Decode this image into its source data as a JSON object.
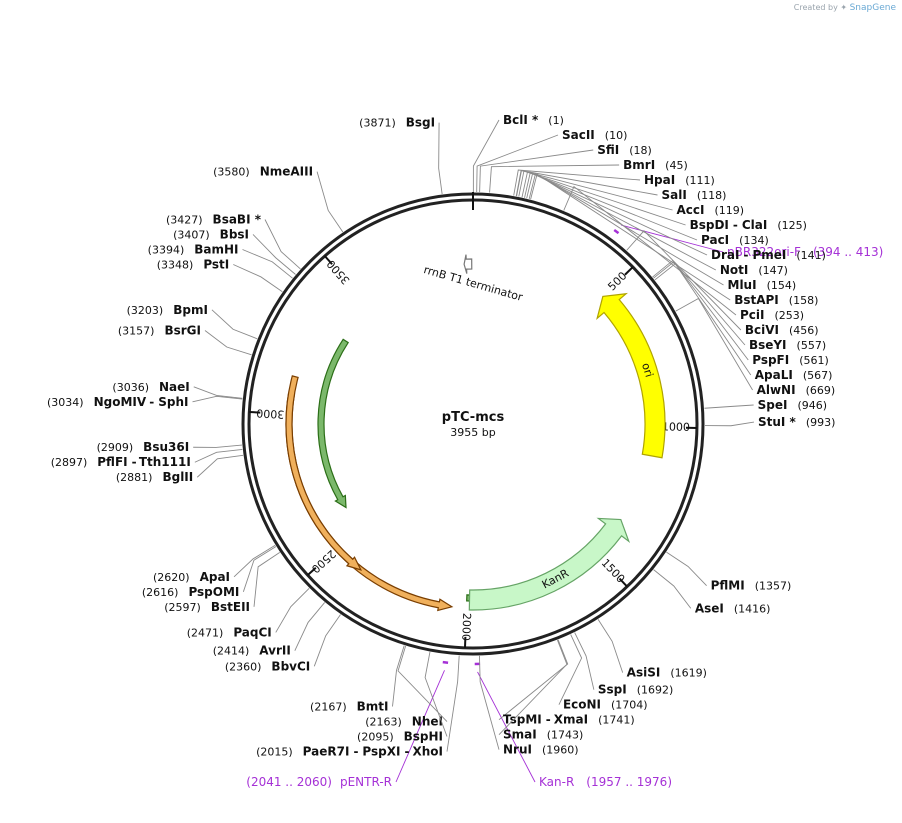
{
  "credit": {
    "prefix": "Created by",
    "brand": "SnapGene"
  },
  "plasmid": {
    "name": "pTC-mcs",
    "length_label": "3955 bp",
    "length_bp": 3955
  },
  "ticks": [
    {
      "bp": 500,
      "label": "500"
    },
    {
      "bp": 1000,
      "label": "1000"
    },
    {
      "bp": 1500,
      "label": "1500"
    },
    {
      "bp": 2000,
      "label": "2000"
    },
    {
      "bp": 2500,
      "label": "2500"
    },
    {
      "bp": 3000,
      "label": "3000"
    },
    {
      "bp": 3500,
      "label": "3500"
    }
  ],
  "features": [
    {
      "name": "ori",
      "start": 500,
      "end": 1100,
      "dir": "ccw",
      "color": "#ffff00",
      "stroke": "#b0a400",
      "label_inside": true
    },
    {
      "name": "KanR",
      "start": 1350,
      "end": 1990,
      "dir": "ccw",
      "color": "#c8f7c8",
      "stroke": "#66a466",
      "label_inside": true
    },
    {
      "name": "rrnB T1 terminator",
      "start": 3920,
      "end": 3950,
      "dir": "ccw",
      "color": "#ffffff",
      "stroke": "#777777",
      "label_inside": false
    }
  ],
  "orfs": [
    {
      "start": 1380,
      "end": 2000,
      "color": "#7bb86b",
      "stroke": "#2b6e17"
    },
    {
      "start": 2050,
      "end": 3070,
      "color": "#f0b05c",
      "stroke": "#7a3e00"
    },
    {
      "start": 2390,
      "end": 3130,
      "color": "#f0b05c",
      "stroke": "#7a3e00"
    },
    {
      "start": 2600,
      "end": 3330,
      "color": "#7bb86b",
      "stroke": "#2b6e17"
    }
  ],
  "primers": [
    {
      "name": "pBR322ori-F",
      "range": "(394 .. 413)",
      "bp": 403
    },
    {
      "name": "pENTR-R",
      "range": "(2041 .. 2060)",
      "bp": 2050
    },
    {
      "name": "Kan-R",
      "range": "(1957 .. 1976)",
      "bp": 1966
    }
  ],
  "sites": [
    {
      "pos": "(10)",
      "names": [
        "SacII"
      ],
      "bp": 10
    },
    {
      "pos": "(1)",
      "names": [
        "BclI *"
      ],
      "bp": 1
    },
    {
      "pos": "(3871)",
      "names": [
        "BsgI"
      ],
      "bp": 3871
    },
    {
      "pos": "(3580)",
      "names": [
        "NmeAIII"
      ],
      "bp": 3580
    },
    {
      "pos": "(3427)",
      "names": [
        "BsaBI *"
      ],
      "bp": 3427
    },
    {
      "pos": "(3407)",
      "names": [
        "BbsI"
      ],
      "bp": 3407
    },
    {
      "pos": "(3394)",
      "names": [
        "BamHI"
      ],
      "bp": 3394
    },
    {
      "pos": "(3348)",
      "names": [
        "PstI"
      ],
      "bp": 3348
    },
    {
      "pos": "(3203)",
      "names": [
        "BpmI"
      ],
      "bp": 3203
    },
    {
      "pos": "(3157)",
      "names": [
        "BsrGI"
      ],
      "bp": 3157
    },
    {
      "pos": "(3036)",
      "names": [
        "NaeI"
      ],
      "bp": 3036
    },
    {
      "pos": "(3034)",
      "names": [
        "NgoMIV",
        "SphI"
      ],
      "bp": 3034
    },
    {
      "pos": "(2909)",
      "names": [
        "Bsu36I"
      ],
      "bp": 2909
    },
    {
      "pos": "(2897)",
      "names": [
        "PflFI",
        "Tth111I"
      ],
      "bp": 2897
    },
    {
      "pos": "(2881)",
      "names": [
        "BglII"
      ],
      "bp": 2881
    },
    {
      "pos": "(2620)",
      "names": [
        "ApaI"
      ],
      "bp": 2620
    },
    {
      "pos": "(2616)",
      "names": [
        "PspOMI"
      ],
      "bp": 2616
    },
    {
      "pos": "(2597)",
      "names": [
        "BstEII"
      ],
      "bp": 2597
    },
    {
      "pos": "(2471)",
      "names": [
        "PaqCI"
      ],
      "bp": 2471
    },
    {
      "pos": "(2414)",
      "names": [
        "AvrII"
      ],
      "bp": 2414
    },
    {
      "pos": "(2360)",
      "names": [
        "BbvCI"
      ],
      "bp": 2360
    },
    {
      "pos": "(2167)",
      "names": [
        "BmtI"
      ],
      "bp": 2167
    },
    {
      "pos": "(2163)",
      "names": [
        "NheI"
      ],
      "bp": 2163
    },
    {
      "pos": "(2095)",
      "names": [
        "BspHI"
      ],
      "bp": 2095
    },
    {
      "pos": "(2015)",
      "names": [
        "PaeR7I",
        "PspXI",
        "XhoI"
      ],
      "bp": 2015
    },
    {
      "pos": "(18)",
      "names": [
        "SfiI"
      ],
      "bp": 18
    },
    {
      "pos": "(45)",
      "names": [
        "BmrI"
      ],
      "bp": 45
    },
    {
      "pos": "(111)",
      "names": [
        "HpaI"
      ],
      "bp": 111
    },
    {
      "pos": "(118)",
      "names": [
        "SalI"
      ],
      "bp": 118
    },
    {
      "pos": "(119)",
      "names": [
        "AccI"
      ],
      "bp": 119
    },
    {
      "pos": "(125)",
      "names": [
        "BspDI",
        "ClaI"
      ],
      "bp": 125
    },
    {
      "pos": "(134)",
      "names": [
        "PacI"
      ],
      "bp": 134
    },
    {
      "pos": "(141)",
      "names": [
        "DraI",
        "PmeI"
      ],
      "bp": 141
    },
    {
      "pos": "(147)",
      "names": [
        "NotI"
      ],
      "bp": 147
    },
    {
      "pos": "(154)",
      "names": [
        "MluI"
      ],
      "bp": 154
    },
    {
      "pos": "(158)",
      "names": [
        "BstAPI"
      ],
      "bp": 158
    },
    {
      "pos": "(253)",
      "names": [
        "PciI"
      ],
      "bp": 253
    },
    {
      "pos": "(456)",
      "names": [
        "BciVI"
      ],
      "bp": 456
    },
    {
      "pos": "(557)",
      "names": [
        "BseYI"
      ],
      "bp": 557
    },
    {
      "pos": "(561)",
      "names": [
        "PspFI"
      ],
      "bp": 561
    },
    {
      "pos": "(567)",
      "names": [
        "ApaLI"
      ],
      "bp": 567
    },
    {
      "pos": "(669)",
      "names": [
        "AlwNI"
      ],
      "bp": 669
    },
    {
      "pos": "(946)",
      "names": [
        "SpeI"
      ],
      "bp": 946
    },
    {
      "pos": "(993)",
      "names": [
        "StuI *"
      ],
      "bp": 993
    },
    {
      "pos": "(1357)",
      "names": [
        "PflMI"
      ],
      "bp": 1357
    },
    {
      "pos": "(1416)",
      "names": [
        "AseI"
      ],
      "bp": 1416
    },
    {
      "pos": "(1619)",
      "names": [
        "AsiSI"
      ],
      "bp": 1619
    },
    {
      "pos": "(1692)",
      "names": [
        "SspI"
      ],
      "bp": 1692
    },
    {
      "pos": "(1704)",
      "names": [
        "EcoNI"
      ],
      "bp": 1704
    },
    {
      "pos": "(1741)",
      "names": [
        "TspMI",
        "XmaI"
      ],
      "bp": 1741
    },
    {
      "pos": "(1743)",
      "names": [
        "SmaI"
      ],
      "bp": 1743
    },
    {
      "pos": "(1960)",
      "names": [
        "NruI"
      ],
      "bp": 1960
    }
  ]
}
